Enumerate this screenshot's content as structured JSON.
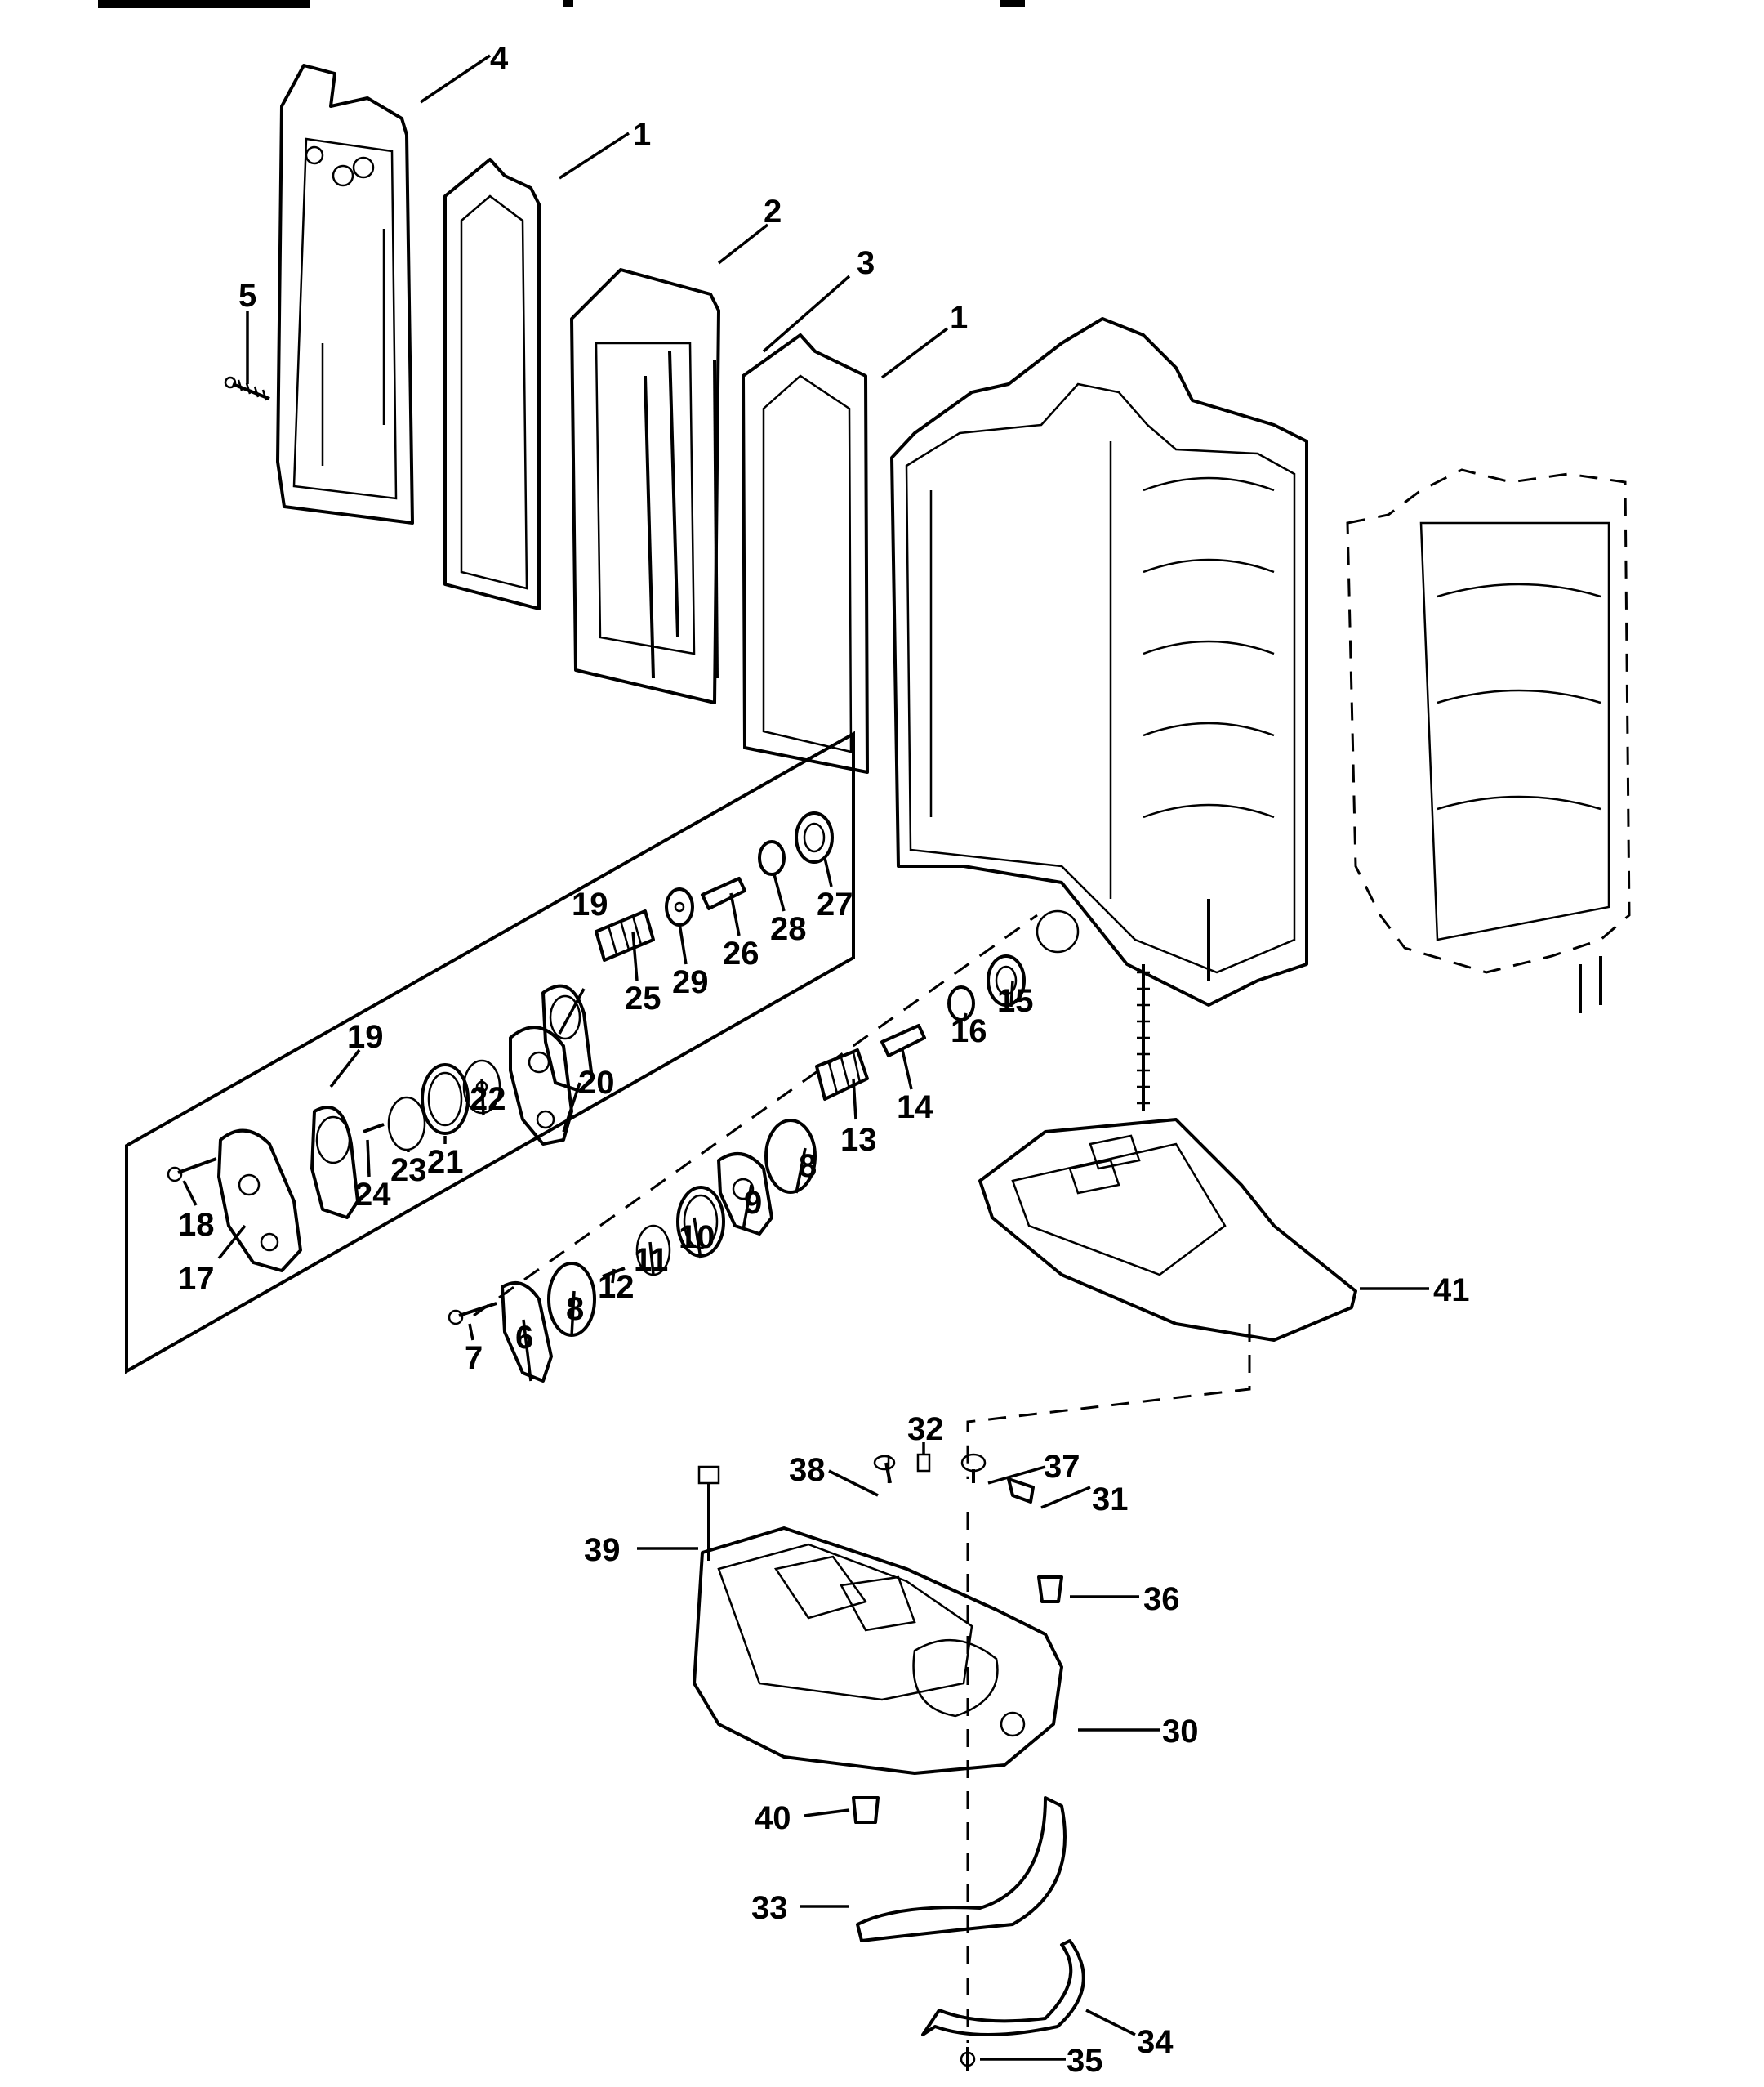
{
  "diagram": {
    "type": "exploded-parts-diagram",
    "header_partial": "",
    "callouts": [
      {
        "id": "c4a",
        "label": "4"
      },
      {
        "id": "c1a",
        "label": "1"
      },
      {
        "id": "c2",
        "label": "2"
      },
      {
        "id": "c3",
        "label": "3"
      },
      {
        "id": "c1b",
        "label": "1"
      },
      {
        "id": "c5",
        "label": "5"
      },
      {
        "id": "c19a",
        "label": "19"
      },
      {
        "id": "c25",
        "label": "25"
      },
      {
        "id": "c29",
        "label": "29"
      },
      {
        "id": "c26",
        "label": "26"
      },
      {
        "id": "c28",
        "label": "28"
      },
      {
        "id": "c27",
        "label": "27"
      },
      {
        "id": "c19b",
        "label": "19"
      },
      {
        "id": "c20",
        "label": "20"
      },
      {
        "id": "c22",
        "label": "22"
      },
      {
        "id": "c21",
        "label": "21"
      },
      {
        "id": "c23",
        "label": "23"
      },
      {
        "id": "c24",
        "label": "24"
      },
      {
        "id": "c18",
        "label": "18"
      },
      {
        "id": "c17",
        "label": "17"
      },
      {
        "id": "c15",
        "label": "15"
      },
      {
        "id": "c16",
        "label": "16"
      },
      {
        "id": "c14",
        "label": "14"
      },
      {
        "id": "c13",
        "label": "13"
      },
      {
        "id": "c8a",
        "label": "8"
      },
      {
        "id": "c9",
        "label": "9"
      },
      {
        "id": "c10",
        "label": "10"
      },
      {
        "id": "c11",
        "label": "11"
      },
      {
        "id": "c12",
        "label": "12"
      },
      {
        "id": "c8b",
        "label": "8"
      },
      {
        "id": "c6",
        "label": "6"
      },
      {
        "id": "c7",
        "label": "7"
      },
      {
        "id": "c41",
        "label": "41"
      },
      {
        "id": "c32",
        "label": "32"
      },
      {
        "id": "c38",
        "label": "38"
      },
      {
        "id": "c37",
        "label": "37"
      },
      {
        "id": "c31",
        "label": "31"
      },
      {
        "id": "c39",
        "label": "39"
      },
      {
        "id": "c36",
        "label": "36"
      },
      {
        "id": "c30",
        "label": "30"
      },
      {
        "id": "c40",
        "label": "40"
      },
      {
        "id": "c33",
        "label": "33"
      },
      {
        "id": "c34",
        "label": "34"
      },
      {
        "id": "c35",
        "label": "35"
      }
    ]
  }
}
